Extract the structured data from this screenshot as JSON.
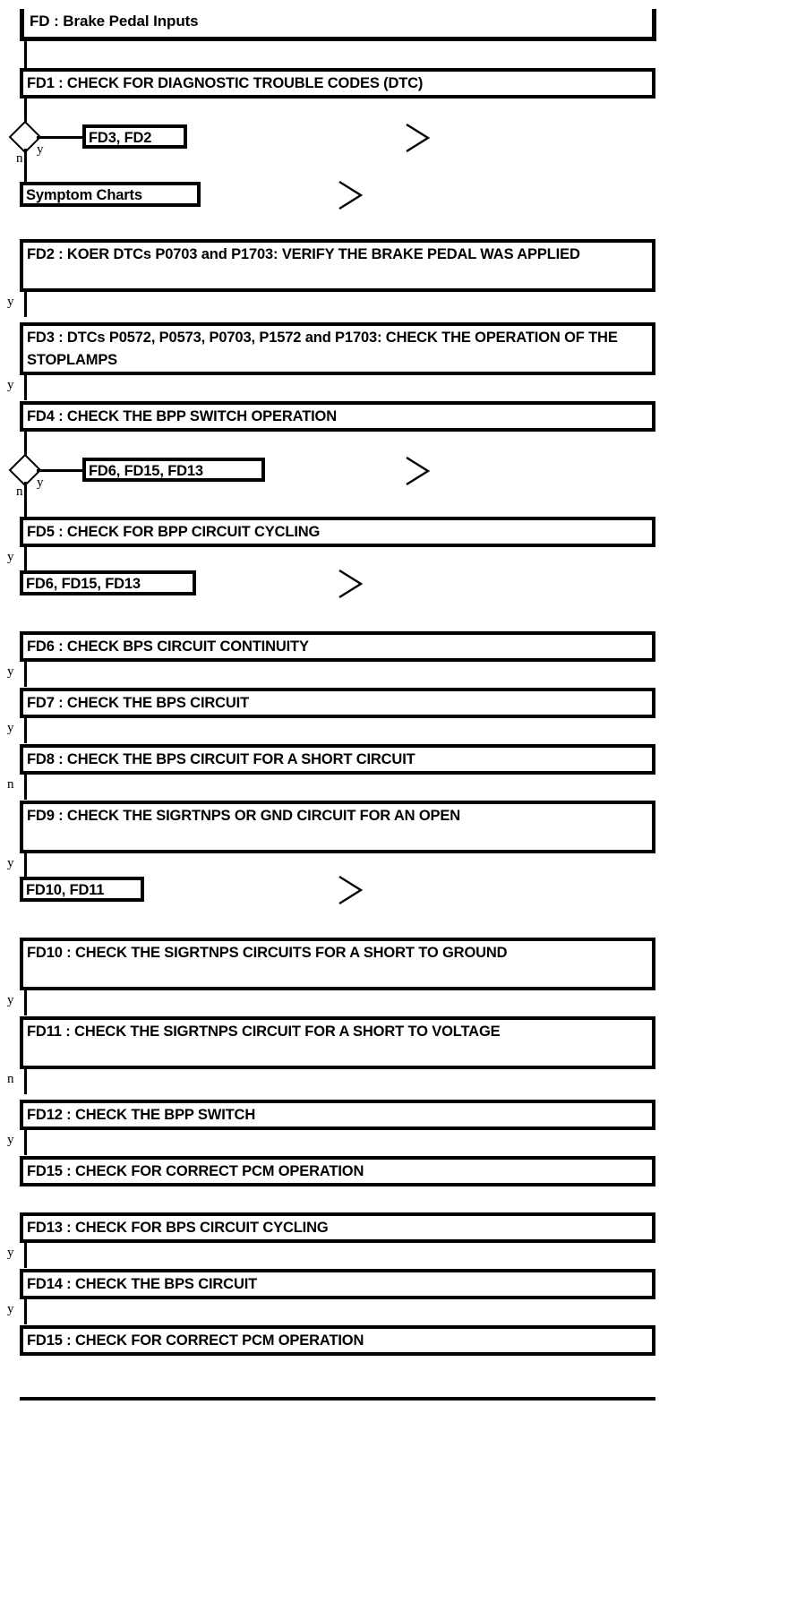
{
  "document": {
    "title": "FD : Brake Pedal Inputs",
    "type": "diagnostic-flowchart"
  },
  "chart_data": {
    "type": "diagram",
    "title": "FD : Brake Pedal Inputs",
    "nodes": [
      {
        "id": "FD1",
        "label": "FD1 : CHECK FOR DIAGNOSTIC TROUBLE CODES (DTC)"
      },
      {
        "id": "FD2",
        "label": "FD2 : KOER DTCs P0703 and P1703: VERIFY THE BRAKE PEDAL WAS APPLIED"
      },
      {
        "id": "FD3",
        "label": "FD3 : DTCs P0572, P0573, P0703, P1572 and P1703: CHECK THE OPERATION OF THE STOPLAMPS"
      },
      {
        "id": "FD4",
        "label": "FD4 : CHECK THE BPP SWITCH OPERATION"
      },
      {
        "id": "FD5",
        "label": "FD5 : CHECK FOR BPP CIRCUIT CYCLING"
      },
      {
        "id": "FD6",
        "label": "FD6 : CHECK BPS CIRCUIT CONTINUITY"
      },
      {
        "id": "FD7",
        "label": "FD7 : CHECK THE BPS CIRCUIT"
      },
      {
        "id": "FD8",
        "label": "FD8 : CHECK THE BPS CIRCUIT FOR A SHORT CIRCUIT"
      },
      {
        "id": "FD9",
        "label": "FD9 : CHECK THE SIGRTNPS OR GND CIRCUIT FOR AN OPEN"
      },
      {
        "id": "FD10",
        "label": "FD10 : CHECK THE SIGRTNPS CIRCUITS FOR A SHORT TO GROUND"
      },
      {
        "id": "FD11",
        "label": "FD11 : CHECK THE SIGRTNPS CIRCUIT FOR A SHORT TO VOLTAGE"
      },
      {
        "id": "FD12",
        "label": "FD12 : CHECK THE BPP SWITCH"
      },
      {
        "id": "FD15a",
        "label": "FD15 : CHECK FOR CORRECT PCM OPERATION"
      },
      {
        "id": "FD13",
        "label": "FD13 : CHECK FOR BPS CIRCUIT CYCLING"
      },
      {
        "id": "FD14",
        "label": "FD14 : CHECK THE BPS CIRCUIT"
      },
      {
        "id": "FD15b",
        "label": "FD15 : CHECK FOR CORRECT PCM OPERATION"
      }
    ],
    "connectors": [
      {
        "id": "ref1",
        "label": "FD3, FD2"
      },
      {
        "id": "ref2",
        "label": "Symptom Charts"
      },
      {
        "id": "ref3",
        "label": "FD6, FD15, FD13"
      },
      {
        "id": "ref4",
        "label": "FD6, FD15, FD13"
      },
      {
        "id": "ref5",
        "label": "FD10, FD11"
      }
    ],
    "branch_labels": [
      "y",
      "n"
    ]
  },
  "steps": {
    "fd1": "FD1 : CHECK FOR DIAGNOSTIC TROUBLE CODES (DTC)",
    "fd2": "FD2 : KOER DTCs P0703 and P1703: VERIFY THE BRAKE PEDAL WAS APPLIED",
    "fd3": "FD3 : DTCs P0572, P0573, P0703, P1572 and P1703: CHECK THE OPERATION OF THE STOPLAMPS",
    "fd4": "FD4 : CHECK THE BPP SWITCH OPERATION",
    "fd5": "FD5 : CHECK FOR BPP CIRCUIT CYCLING",
    "fd6": "FD6 : CHECK BPS CIRCUIT CONTINUITY",
    "fd7": "FD7 : CHECK THE BPS CIRCUIT",
    "fd8": "FD8 : CHECK THE BPS CIRCUIT FOR A SHORT CIRCUIT",
    "fd9": "FD9 : CHECK THE SIGRTNPS OR GND CIRCUIT FOR AN OPEN",
    "fd10": "FD10 : CHECK THE SIGRTNPS CIRCUITS FOR A SHORT TO GROUND",
    "fd11": "FD11 : CHECK THE SIGRTNPS CIRCUIT FOR A SHORT TO VOLTAGE",
    "fd12": "FD12 : CHECK THE BPP SWITCH",
    "fd15a": "FD15 : CHECK FOR CORRECT PCM OPERATION",
    "fd13": "FD13 : CHECK FOR BPS CIRCUIT CYCLING",
    "fd14": "FD14 : CHECK THE BPS CIRCUIT",
    "fd15b": "FD15 : CHECK FOR CORRECT PCM OPERATION"
  },
  "connectors": {
    "ref1": "FD3, FD2",
    "ref2": "Symptom Charts",
    "ref3": "FD6, FD15, FD13",
    "ref4": "FD6, FD15, FD13",
    "ref5": "FD10, FD11"
  },
  "branches": {
    "yes": "y",
    "no": "n"
  }
}
